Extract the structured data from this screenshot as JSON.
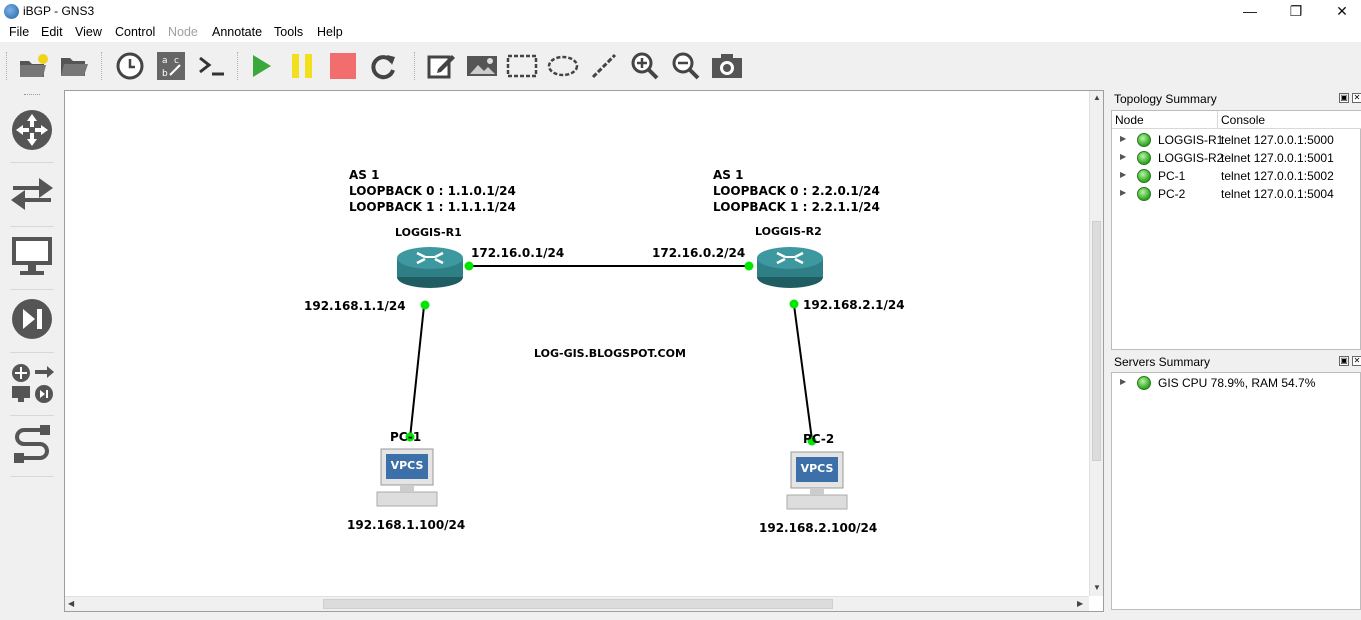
{
  "window": {
    "title": "iBGP - GNS3"
  },
  "menu": [
    "File",
    "Edit",
    "View",
    "Control",
    "Node",
    "Annotate",
    "Tools",
    "Help"
  ],
  "toolbar": {
    "buttons": [
      "new-project",
      "open-project",
      "snapshot",
      "show-interface-labels",
      "console-all",
      "start-all",
      "suspend-all",
      "stop-all",
      "reload-all",
      "add-note",
      "insert-picture",
      "draw-rectangle",
      "draw-ellipse",
      "draw-line",
      "zoom-in",
      "zoom-out",
      "screenshot"
    ]
  },
  "dock": [
    "routers",
    "switches",
    "end-devices",
    "security-devices",
    "all-devices",
    "add-link"
  ],
  "canvas": {
    "as_left": {
      "as": "AS 1",
      "lo0": "LOOPBACK 0 : 1.1.0.1/24",
      "lo1": "LOOPBACK 1 : 1.1.1.1/24"
    },
    "as_right": {
      "as": "AS 1",
      "lo0": "LOOPBACK 0 : 2.2.0.1/24",
      "lo1": "LOOPBACK 1 : 2.2.1.1/24"
    },
    "r1": {
      "name": "LOGGIS-R1",
      "link_ip": "172.16.0.1/24",
      "lan_ip": "192.168.1.1/24"
    },
    "r2": {
      "name": "LOGGIS-R2",
      "link_ip": "172.16.0.2/24",
      "lan_ip": "192.168.2.1/24"
    },
    "pc1": {
      "name": "PC-1",
      "ip": "192.168.1.100/24",
      "icon_text": "VPCS"
    },
    "pc2": {
      "name": "PC-2",
      "ip": "192.168.2.100/24",
      "icon_text": "VPCS"
    },
    "note": "LOG-GIS.BLOGSPOT.COM"
  },
  "topology": {
    "title": "Topology Summary",
    "col_node": "Node",
    "col_console": "Console",
    "rows": [
      {
        "node": "LOGGIS-R1",
        "console": "telnet 127.0.0.1:5000"
      },
      {
        "node": "LOGGIS-R2",
        "console": "telnet 127.0.0.1:5001"
      },
      {
        "node": "PC-1",
        "console": "telnet 127.0.0.1:5002"
      },
      {
        "node": "PC-2",
        "console": "telnet 127.0.0.1:5004"
      }
    ]
  },
  "servers": {
    "title": "Servers Summary",
    "rows": [
      {
        "text": "GIS CPU 78.9%, RAM 54.7%"
      }
    ]
  },
  "colors": {
    "link_dot": "#00e600",
    "router_body": "#2e7f86",
    "status_green": "#2ea41c"
  }
}
